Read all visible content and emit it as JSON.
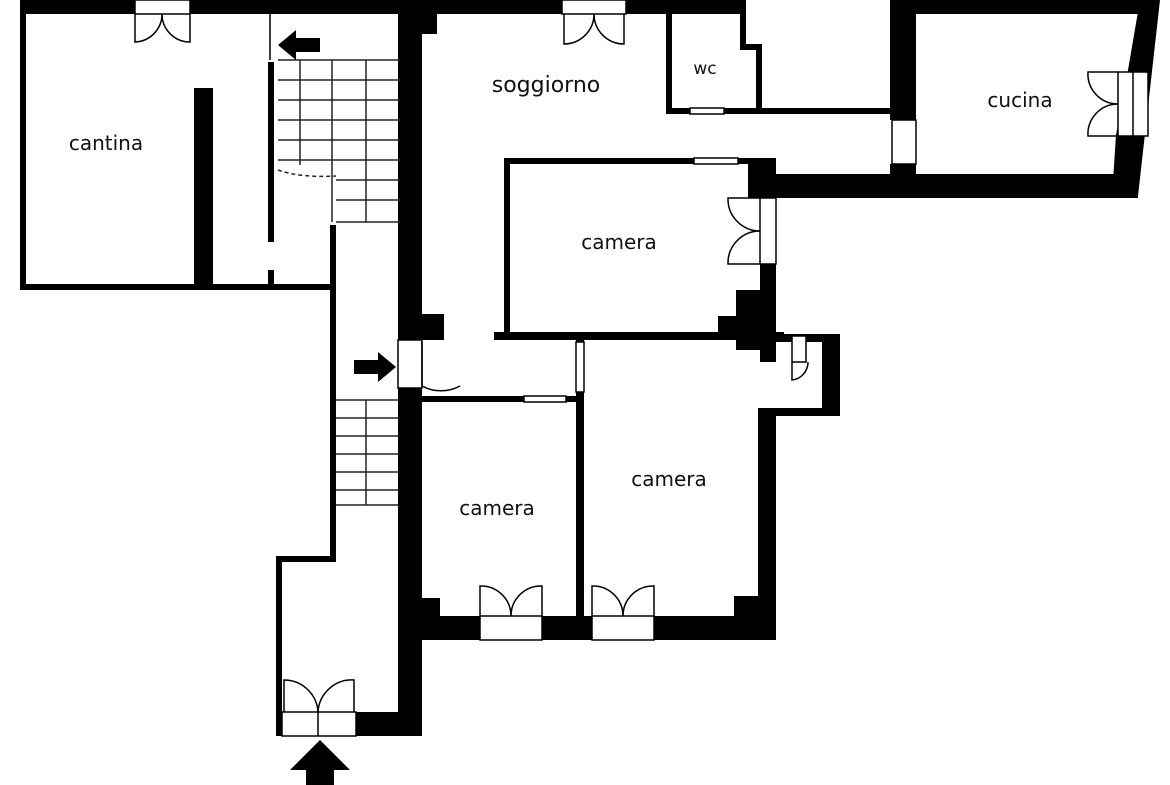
{
  "plan": {
    "wall_color": "#000000",
    "background": "#ffffff",
    "rooms": {
      "cantina": "cantina",
      "soggiorno": "soggiorno",
      "wc": "wc",
      "cucina": "cucina",
      "camera_top": "camera",
      "camera_left": "camera",
      "camera_right": "camera"
    },
    "icons": {
      "arrow_stair_top": "arrow-left-icon",
      "arrow_hall": "arrow-right-icon",
      "arrow_entrance": "arrow-up-icon"
    }
  }
}
